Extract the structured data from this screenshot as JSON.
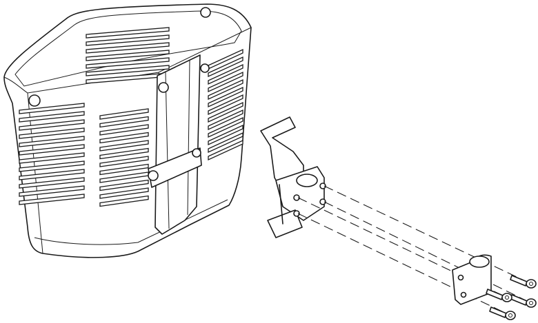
{
  "figure": {
    "type": "exploded-assembly-line-drawing",
    "components": [
      "basket",
      "mounting-bracket",
      "clamp",
      "screws"
    ],
    "screw_count": 4,
    "colors": {
      "line": "#1a1a1a",
      "background": "#ffffff"
    }
  }
}
